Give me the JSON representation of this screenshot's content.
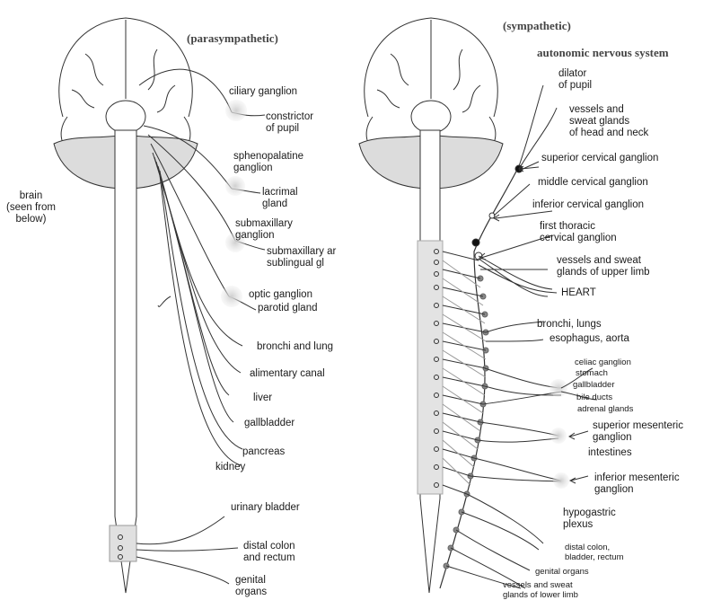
{
  "headers": {
    "left": "(parasympathetic)",
    "right": "(sympathetic)",
    "system": "autonomic nervous system"
  },
  "brain_label": "brain\n(seen from\nbelow)",
  "parasympathetic": {
    "ciliary": "ciliary ganglion",
    "constrictor": "constrictor\nof pupil",
    "spheno": "sphenopalatine\nganglion",
    "lacrimal": "lacrimal\ngland",
    "submax": "submaxillary\nganglion",
    "submax_gland": "submaxillary ar\nsublingual gl",
    "optic": "optic ganglion",
    "parotid": "parotid gland",
    "bronchi": "bronchi and lunɡ",
    "alimentary": "alimentary canal",
    "liver": "liver",
    "gallbladder": "gallbladder",
    "pancreas": "pancreas",
    "kidney": "kidney",
    "urinary": "urinary bladder",
    "distal": "distal colon\nand rectum",
    "genital": "genital\norgans"
  },
  "sympathetic": {
    "dilator": "dilator\nof pupil",
    "vessels_head": "vessels and\nsweat glands\nof head and neck",
    "sup_cervical": "superior cervical ganglion",
    "mid_cervical": "middle cervical ganglion",
    "inf_cervical": "inferior cervical ganglion",
    "first_thoracic": "first thoracic\ncervical ganglion",
    "vessels_upper": "vessels and sweat\nglands of upper limb",
    "heart": "HEART",
    "bronchi": "bronchi, lungs",
    "esophagus": "esophagus, aorta",
    "celiac": "celiac ganglion",
    "stomach": "stomach",
    "gallbladder": "gallbladder",
    "bile": "bile ducts",
    "adrenal": "adrenal glands",
    "sup_mesenteric": "superior mesenteric\nganglion",
    "intestines": "intestines",
    "inf_mesenteric": "inferior mesenteric\nganglion",
    "hypogastric": "hypogastric\nplexus",
    "distal": "distal colon,\nbladder, rectum",
    "genital": "genital organs",
    "vessels_lower": "vessels and sweat\nglands of lower limb"
  }
}
